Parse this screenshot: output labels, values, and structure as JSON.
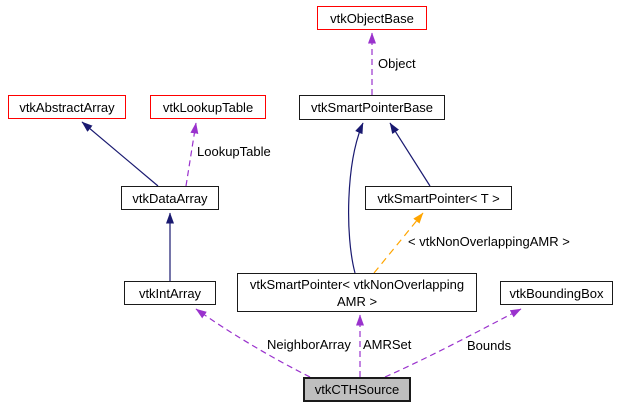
{
  "diagram": {
    "type": "doxygen-collaboration-graph",
    "current_class": "vtkCTHSource"
  },
  "colors": {
    "background": "#ffffff",
    "inheritance_edge": "#191970",
    "usage_edge": "#9a32cd",
    "template_edge": "#ffa500",
    "node_border": "#1a1a1a",
    "truncated_node_border": "#ff0000",
    "current_node_fill": "#bfbfbf",
    "node_fill": "#ffffff",
    "text": "#000000"
  },
  "nodes": {
    "objectbase": {
      "label": "vtkObjectBase"
    },
    "abstractarray": {
      "label": "vtkAbstractArray"
    },
    "lookuptable": {
      "label": "vtkLookupTable"
    },
    "smartpointerbase": {
      "label": "vtkSmartPointerBase"
    },
    "dataarray": {
      "label": "vtkDataArray"
    },
    "smartpointer_t": {
      "label": "vtkSmartPointer< T >"
    },
    "intarray": {
      "label": "vtkIntArray"
    },
    "smartpointer_amr": {
      "label_line1": "vtkSmartPointer< vtkNonOverlapping",
      "label_line2": "AMR >"
    },
    "boundingbox": {
      "label": "vtkBoundingBox"
    },
    "cthsource": {
      "label": "vtkCTHSource"
    }
  },
  "edge_labels": {
    "object": "Object",
    "lookuptable": "LookupTable",
    "template_args": "< vtkNonOverlappingAMR >",
    "neighbor_array": "NeighborArray",
    "amrset": "AMRSet",
    "bounds": "Bounds"
  }
}
